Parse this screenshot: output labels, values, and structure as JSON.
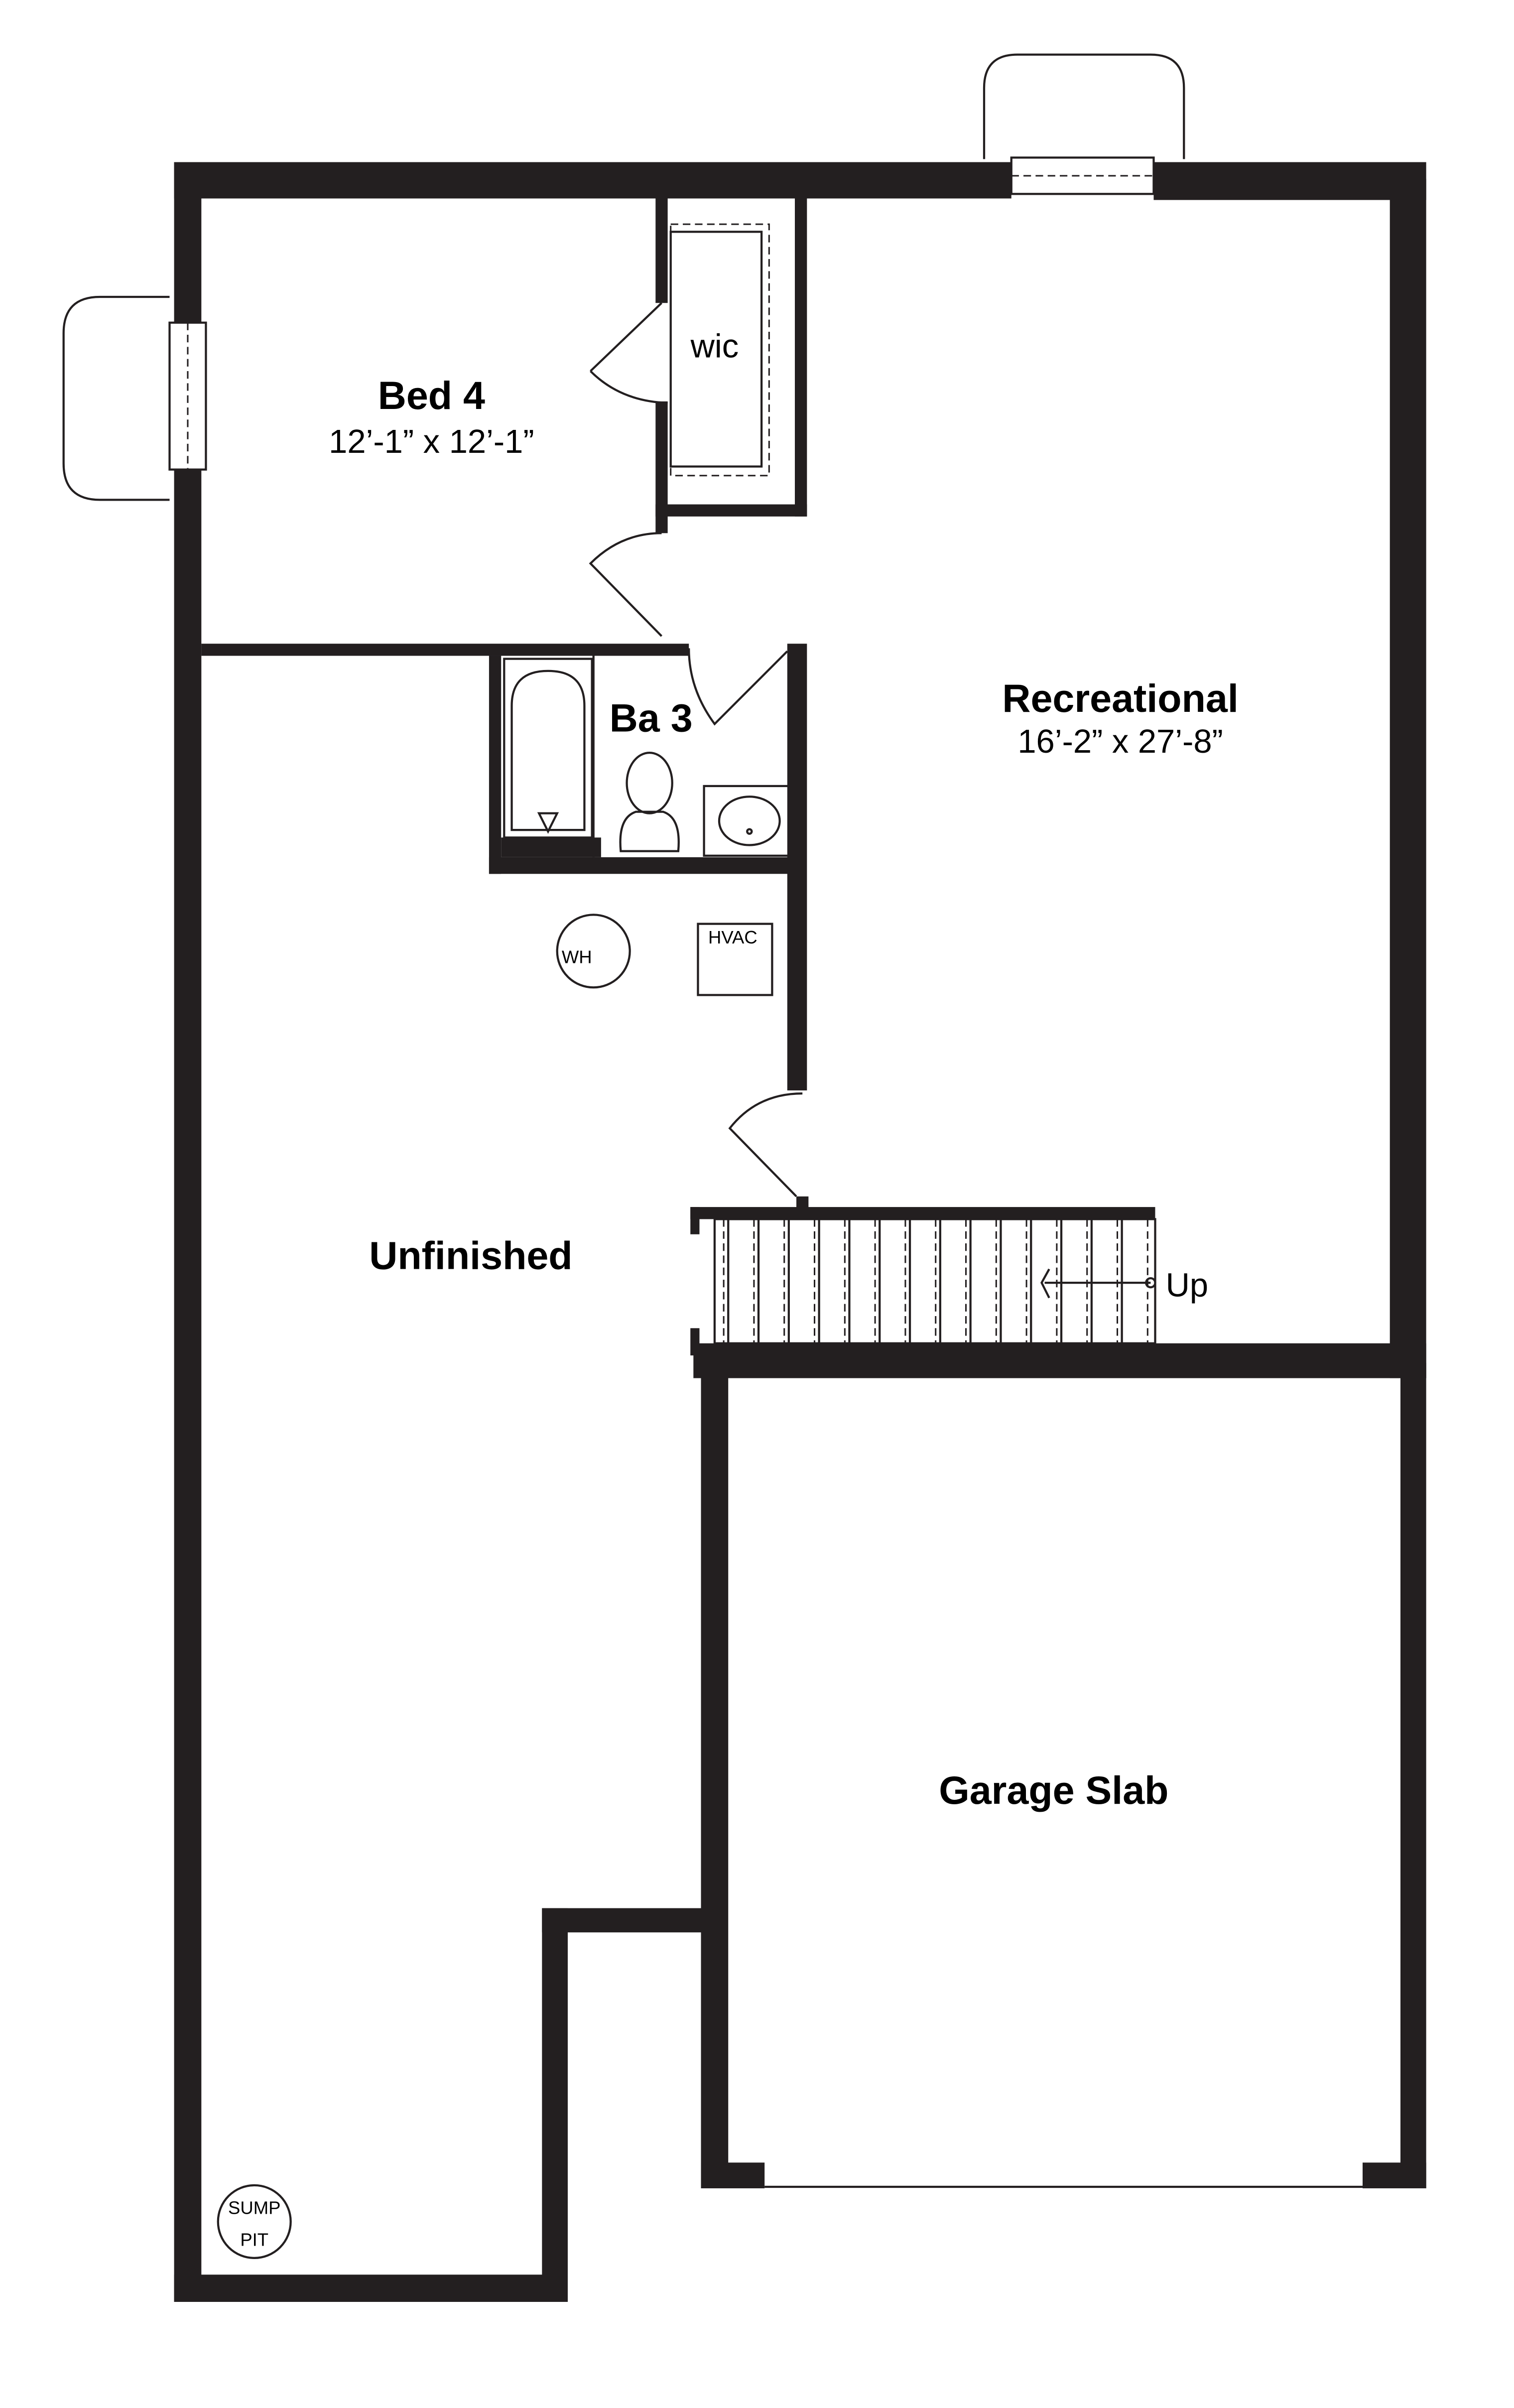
{
  "plan": {
    "rooms": {
      "bed4": {
        "name": "Bed 4",
        "dims": "12’-1” x 12’-1”"
      },
      "wic": {
        "name": "wic"
      },
      "ba3": {
        "name": "Ba 3"
      },
      "recreational": {
        "name": "Recreational",
        "dims": "16’-2” x 27’-8”"
      },
      "unfinished": {
        "name": "Unfinished"
      },
      "garage": {
        "name": "Garage Slab"
      }
    },
    "fixtures": {
      "water_heater": "WH",
      "hvac": "HVAC",
      "sump_line1": "SUMP",
      "sump_line2": "PIT"
    },
    "stairs": {
      "direction_label": "Up"
    },
    "colors": {
      "wall": "#231f20",
      "background": "#ffffff"
    }
  }
}
